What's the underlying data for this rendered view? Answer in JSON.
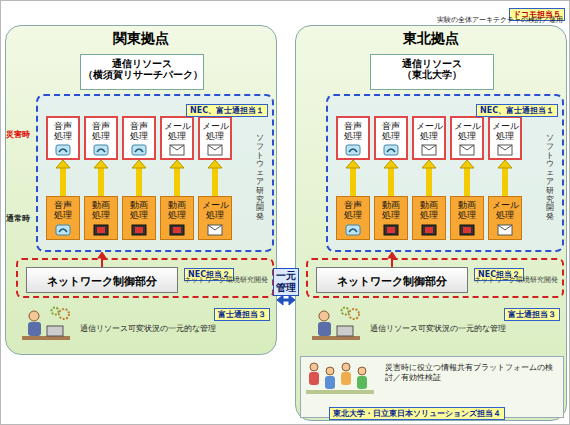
{
  "diagram": {
    "nodes": [
      {
        "text": [
          "ドコモ担当５",
          "実験の全体アーキテクチャの検討／運用"
        ]
      },
      {
        "text": [
          "関東拠点"
        ],
        "in": 0
      },
      {
        "text": [
          "通信リソース （横須賀リサーチパーク）"
        ],
        "in": 1
      },
      {
        "text": [
          "NEC、富士通担当１",
          "ソフトウェア研究開発"
        ],
        "in": 1
      },
      {
        "text": [
          "音声 処理"
        ],
        "in": 3
      },
      {
        "text": [
          "音声 処理"
        ],
        "in": 3
      },
      {
        "text": [
          "音声 処理"
        ],
        "in": 3
      },
      {
        "text": [
          "メール 処理"
        ],
        "in": 3
      },
      {
        "text": [
          "メール 処理"
        ],
        "in": 3
      },
      {
        "text": [
          "音声 処理"
        ],
        "in": 3
      },
      {
        "text": [
          "動画 処理"
        ],
        "in": 3
      },
      {
        "text": [
          "動画 処理"
        ],
        "in": 3
      },
      {
        "text": [
          "動画 処理"
        ],
        "in": 3
      },
      {
        "text": [
          "メール 処理"
        ],
        "in": 3
      },
      {
        "text": [
          "NEC担当２",
          "ネットワーク環境研究開発"
        ],
        "in": 1
      },
      {
        "text": [
          "ネットワーク制御部分"
        ],
        "in": 14
      },
      {
        "text": [
          "富士通担当３",
          "通信リソース可変状況の一元的な管理"
        ],
        "in": 1
      },
      {
        "text": [
          "東北拠点"
        ],
        "in": 0
      },
      {
        "text": [
          "通信リソース （東北大学）"
        ],
        "in": 17
      },
      {
        "text": [
          "NEC、富士通担当１",
          "ソフトウェア研究開発"
        ],
        "in": 17
      },
      {
        "text": [
          "音声 処理"
        ],
        "in": 19
      },
      {
        "text": [
          "音声 処理"
        ],
        "in": 19
      },
      {
        "text": [
          "メール 処理"
        ],
        "in": 19
      },
      {
        "text": [
          "メール 処理"
        ],
        "in": 19
      },
      {
        "text": [
          "メール 処理"
        ],
        "in": 19
      },
      {
        "text": [
          "音声 処理"
        ],
        "in": 19
      },
      {
        "text": [
          "動画 処理"
        ],
        "in": 19
      },
      {
        "text": [
          "動画 処理"
        ],
        "in": 19
      },
      {
        "text": [
          "動画 処理"
        ],
        "in": 19
      },
      {
        "text": [
          "メール 処理"
        ],
        "in": 19
      },
      {
        "text": [
          "NEC担当２",
          "ネットワーク環境研究開発"
        ],
        "in": 17
      },
      {
        "text": [
          "ネットワーク制御部分"
        ],
        "in": 30
      },
      {
        "text": [
          "富士通担当３",
          "通信リソース可変状況の一元的な管理"
        ],
        "in": 17
      },
      {
        "text": [
          "災害時に役立つ情報共有プラットフォームの検討／有効性検証",
          "東北大学・日立東日本ソリューションズ担当４"
        ],
        "in": 17
      }
    ],
    "edges": [
      {
        "from": 9,
        "to": 4,
        "arrow": "to"
      },
      {
        "from": 10,
        "to": 5,
        "arrow": "to"
      },
      {
        "from": 11,
        "to": 6,
        "arrow": "to"
      },
      {
        "from": 12,
        "to": 7,
        "arrow": "to"
      },
      {
        "from": 13,
        "to": 8,
        "arrow": "to"
      },
      {
        "from": 25,
        "to": 20,
        "arrow": "to"
      },
      {
        "from": 26,
        "to": 21,
        "arrow": "to"
      },
      {
        "from": 27,
        "to": 22,
        "arrow": "to"
      },
      {
        "from": 28,
        "to": 23,
        "arrow": "to"
      },
      {
        "from": 29,
        "to": 24,
        "arrow": "to"
      },
      {
        "from": 15,
        "to": 3,
        "arrow": "to"
      },
      {
        "from": 31,
        "to": 19,
        "arrow": "to"
      },
      {
        "from": 1,
        "to": 17,
        "label": "一元 管理",
        "arrow": "both"
      }
    ],
    "labels": [
      "災害時",
      "通常時"
    ]
  }
}
